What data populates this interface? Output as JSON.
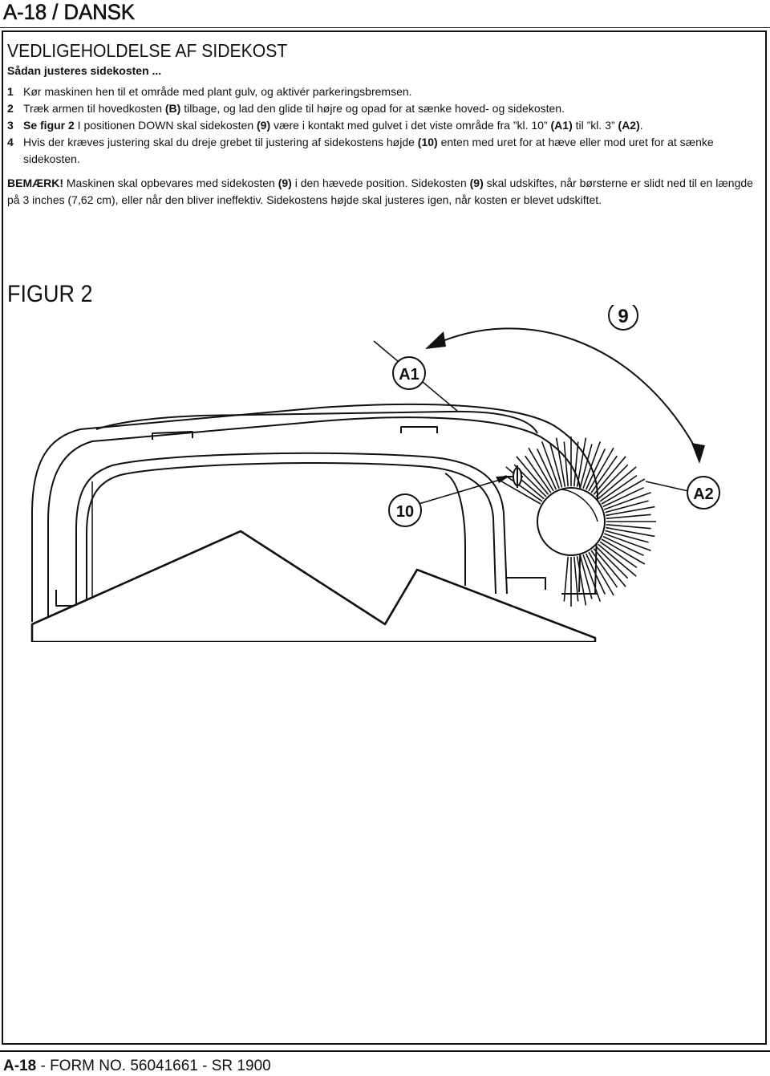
{
  "header": {
    "title": "A-18 / DANSK"
  },
  "section": {
    "title": "VEDLIGEHOLDELSE AF SIDEKOST",
    "subheading": "Sådan justeres sidekosten ..."
  },
  "steps": [
    {
      "num": "1",
      "text": "Kør maskinen hen til et område med plant gulv, og aktivér parkeringsbremsen."
    },
    {
      "num": "2",
      "text_a": "Træk armen til hovedkosten ",
      "bold_a": "(B)",
      "text_b": " tilbage, og lad den glide til højre og opad for at sænke hoved- og sidekosten."
    },
    {
      "num": "3",
      "bold_a": "Se figur 2",
      "text_a": " I positionen DOWN skal sidekosten ",
      "bold_b": "(9)",
      "text_b": " være i kontakt med gulvet i det viste område fra ”kl. 10” ",
      "bold_c": "(A1)",
      "text_c": " til ”kl. 3” ",
      "bold_d": "(A2)",
      "text_d": "."
    },
    {
      "num": "4",
      "text_a": "Hvis der kræves justering skal du dreje grebet til justering af sidekostens højde ",
      "bold_a": "(10)",
      "text_b": " enten med uret for at hæve eller mod uret for at sænke sidekosten."
    }
  ],
  "note": {
    "label": "BEMÆRK!",
    "text_a": " Maskinen skal opbevares med sidekosten ",
    "bold_a": "(9)",
    "text_b": " i den hævede position. Sidekosten ",
    "bold_b": "(9)",
    "text_c": " skal udskiftes, når børsterne er slidt ned til en længde på 3 inches (7,62 cm), eller når den bliver ineffektiv. Sidekostens højde skal justeres igen, når kosten er blevet udskiftet."
  },
  "figure": {
    "title": "FIGUR 2",
    "callouts": {
      "c9": "9",
      "a1": "A1",
      "a2": "A2",
      "c10": "10"
    }
  },
  "footer": {
    "page": "A-18",
    "form": " - FORM NO. 56041661 - SR 1900"
  }
}
